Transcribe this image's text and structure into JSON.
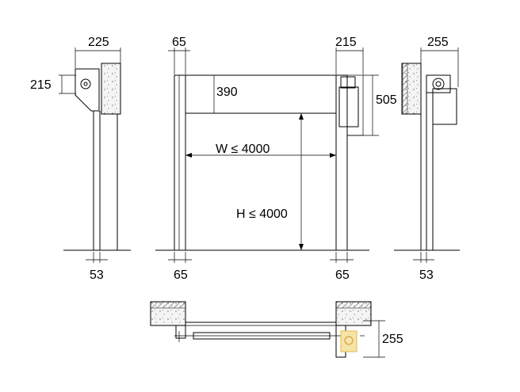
{
  "side_view_left": {
    "width_label": "225",
    "height_label": "215",
    "bottom_label": "53"
  },
  "front_view": {
    "left_post_label": "65",
    "roll_height_label": "390",
    "width_label": "W ≤  4000",
    "height_label": "H ≤  4000",
    "bottom_left_label": "65",
    "bottom_right_label": "65",
    "motor_width_label": "215",
    "motor_height_label": "505"
  },
  "side_view_right": {
    "width_label": "255",
    "bottom_label": "53"
  },
  "plan_view": {
    "depth_label": "255"
  },
  "colors": {
    "line": "#000000",
    "motor_accent": "#e8c25a",
    "background": "#ffffff"
  }
}
